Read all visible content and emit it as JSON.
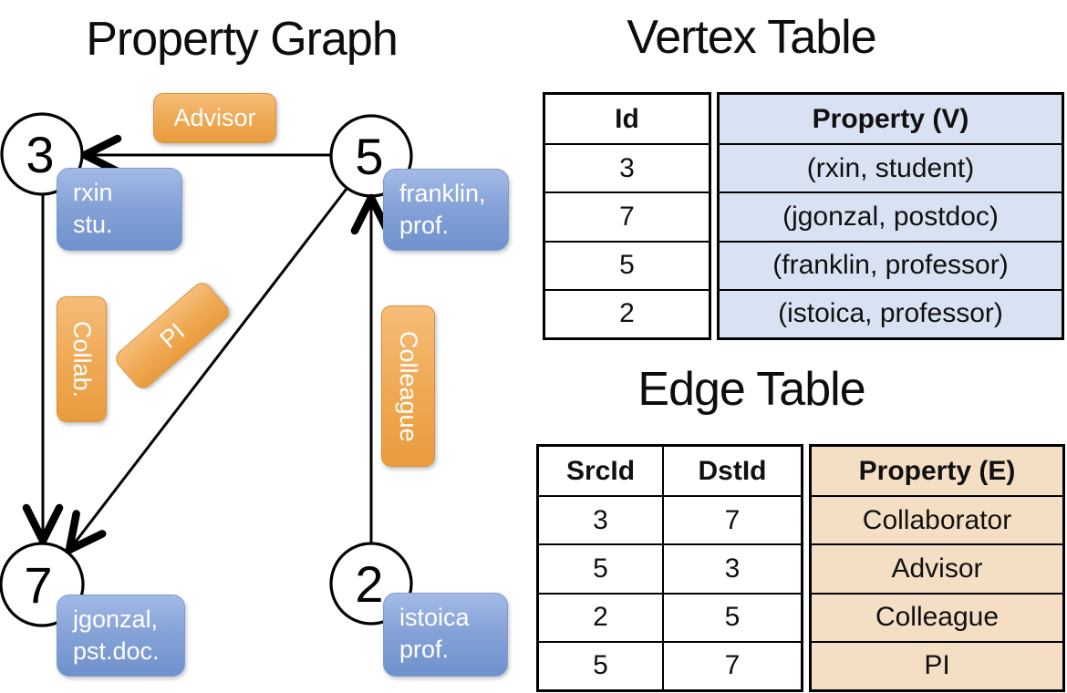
{
  "graph": {
    "title": "Property Graph",
    "nodes": {
      "n3": {
        "id": "3",
        "prop_line1": "rxin",
        "prop_line2": "stu."
      },
      "n5": {
        "id": "5",
        "prop_line1": "franklin,",
        "prop_line2": "prof."
      },
      "n7": {
        "id": "7",
        "prop_line1": "jgonzal,",
        "prop_line2": "pst.doc."
      },
      "n2": {
        "id": "2",
        "prop_line1": "istoica",
        "prop_line2": "prof."
      }
    },
    "edges": {
      "advisor": {
        "label": "Advisor",
        "from": "5",
        "to": "3"
      },
      "collab": {
        "label": "Collab.",
        "from": "3",
        "to": "7"
      },
      "pi": {
        "label": "PI",
        "from": "5",
        "to": "7"
      },
      "colleague": {
        "label": "Colleague",
        "from": "2",
        "to": "5"
      }
    }
  },
  "vertex_table": {
    "title": "Vertex Table",
    "headers": {
      "id": "Id",
      "property": "Property (V)"
    },
    "rows": [
      {
        "id": "3",
        "property": "(rxin, student)"
      },
      {
        "id": "7",
        "property": "(jgonzal, postdoc)"
      },
      {
        "id": "5",
        "property": "(franklin, professor)"
      },
      {
        "id": "2",
        "property": "(istoica, professor)"
      }
    ]
  },
  "edge_table": {
    "title": "Edge Table",
    "headers": {
      "src": "SrcId",
      "dst": "DstId",
      "property": "Property (E)"
    },
    "rows": [
      {
        "src": "3",
        "dst": "7",
        "property": "Collaborator"
      },
      {
        "src": "5",
        "dst": "3",
        "property": "Advisor"
      },
      {
        "src": "2",
        "dst": "5",
        "property": "Colleague"
      },
      {
        "src": "5",
        "dst": "7",
        "property": "PI"
      }
    ]
  },
  "colors": {
    "edge_label_fill_top": "#f6bd79",
    "edge_label_fill_bottom": "#e99c3e",
    "node_prop_fill_top": "#a3bae6",
    "node_prop_fill_bottom": "#6f91cd",
    "vertex_table_property_fill": "#d9e2f3",
    "edge_table_property_fill": "#f5dfc4",
    "line_color": "#000000"
  }
}
